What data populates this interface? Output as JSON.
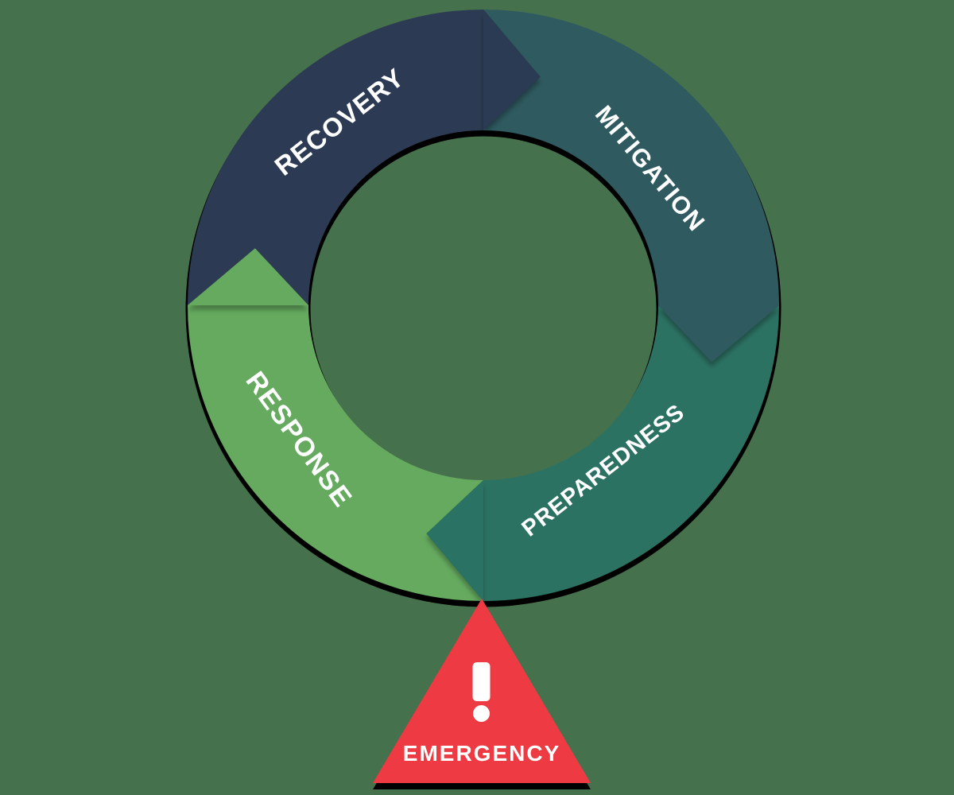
{
  "background_color": "#46714d",
  "cycle": {
    "flow_direction": "clockwise",
    "outline_color": "#000000",
    "label_color": "#ffffff",
    "segments": [
      {
        "id": "recovery",
        "label": "RECOVERY",
        "color": "#2c3b53"
      },
      {
        "id": "mitigation",
        "label": "MITIGATION",
        "color": "#2e5a60"
      },
      {
        "id": "preparedness",
        "label": "PREPAREDNESS",
        "color": "#2c7263"
      },
      {
        "id": "response",
        "label": "RESPONSE",
        "color": "#65aa5f"
      }
    ]
  },
  "emergency": {
    "label": "EMERGENCY",
    "icon": "exclamation-mark",
    "triangle_color": "#ee3a43",
    "shadow_color": "#000000",
    "icon_color": "#ffffff",
    "text_color": "#ffffff"
  }
}
